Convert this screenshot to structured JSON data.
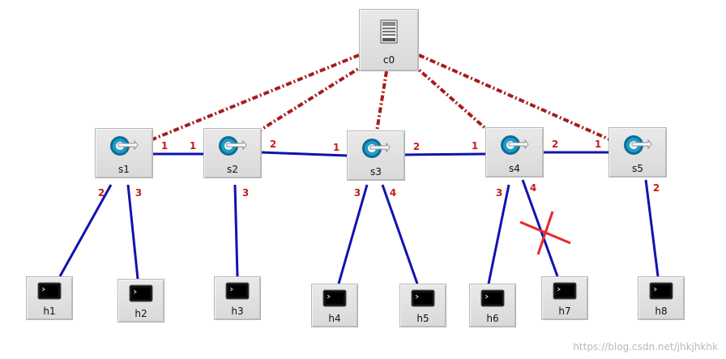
{
  "controller": {
    "id": "c0",
    "label": "c0"
  },
  "switches": [
    {
      "id": "s1",
      "label": "s1"
    },
    {
      "id": "s2",
      "label": "s2"
    },
    {
      "id": "s3",
      "label": "s3"
    },
    {
      "id": "s4",
      "label": "s4"
    },
    {
      "id": "s5",
      "label": "s5"
    }
  ],
  "hosts": [
    {
      "id": "h1",
      "label": "h1"
    },
    {
      "id": "h2",
      "label": "h2"
    },
    {
      "id": "h3",
      "label": "h3"
    },
    {
      "id": "h4",
      "label": "h4"
    },
    {
      "id": "h5",
      "label": "h5"
    },
    {
      "id": "h6",
      "label": "h6"
    },
    {
      "id": "h7",
      "label": "h7"
    },
    {
      "id": "h8",
      "label": "h8"
    }
  ],
  "controller_links": [
    "s1",
    "s2",
    "s3",
    "s4",
    "s5"
  ],
  "data_links": [
    {
      "a": "s1",
      "b": "s2",
      "port_a": "1",
      "port_b": "1"
    },
    {
      "a": "s2",
      "b": "s3",
      "port_a": "2",
      "port_b": "1"
    },
    {
      "a": "s3",
      "b": "s4",
      "port_a": "2",
      "port_b": "1"
    },
    {
      "a": "s4",
      "b": "s5",
      "port_a": "2",
      "port_b": "1"
    },
    {
      "a": "s1",
      "b": "h1",
      "port_a": "2"
    },
    {
      "a": "s1",
      "b": "h2",
      "port_a": "3"
    },
    {
      "a": "s2",
      "b": "h3",
      "port_a": "3"
    },
    {
      "a": "s3",
      "b": "h4",
      "port_a": "3"
    },
    {
      "a": "s3",
      "b": "h5",
      "port_a": "4"
    },
    {
      "a": "s4",
      "b": "h6",
      "port_a": "3"
    },
    {
      "a": "s4",
      "b": "h7",
      "port_a": "4",
      "failed": true
    },
    {
      "a": "s5",
      "b": "h8",
      "port_a": "2"
    }
  ],
  "colors": {
    "data_link": "#1212b0",
    "controller_link": "#a81c1c",
    "port_label": "#c41e1e",
    "failure_mark": "#e8282d"
  },
  "icons": {
    "controller": "server-icon",
    "switch": "switch-arrow-icon",
    "host": "terminal-icon",
    "failure": "x-mark"
  },
  "watermark": "https://blog.csdn.net/jhkjhkhk"
}
